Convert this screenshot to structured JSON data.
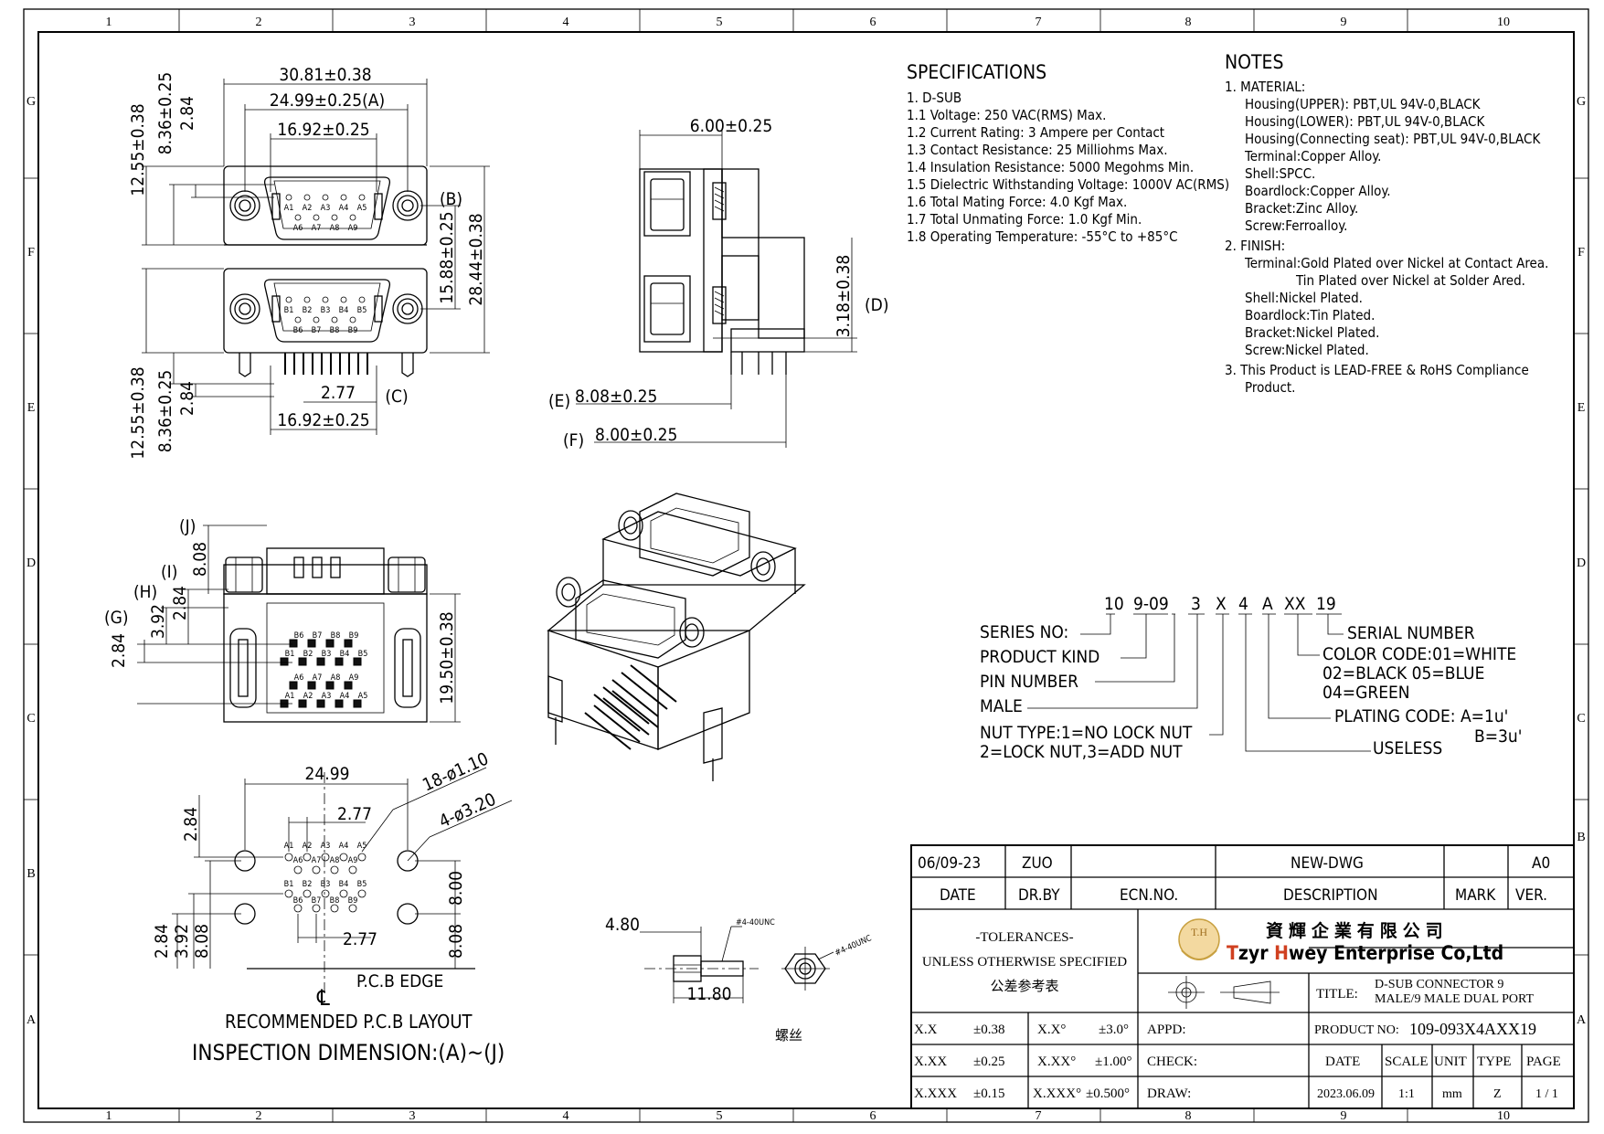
{
  "grid": {
    "cols": [
      "1",
      "2",
      "3",
      "4",
      "5",
      "6",
      "7",
      "8",
      "9",
      "10"
    ],
    "rows": [
      "G",
      "F",
      "E",
      "D",
      "C",
      "B",
      "A"
    ]
  },
  "specs": {
    "title": "SPECIFICATIONS",
    "items": [
      "1.  D-SUB",
      "1.1  Voltage:  250  VAC(RMS)  Max.",
      "1.2  Current  Rating:  3  Ampere  per  Contact",
      "1.3  Contact  Resistance:  25  Milliohms  Max.",
      "1.4  Insulation  Resistance:  5000  Megohms  Min.",
      "1.5  Dielectric  Withstanding  Voltage:  1000V  AC(RMS)",
      "1.6  Total  Mating  Force:  4.0  Kgf  Max.",
      "1.7  Total  Unmating  Force:  1.0  Kgf  Min.",
      "1.8  Operating  Temperature:  -55°C  to  +85°C"
    ]
  },
  "notes": {
    "title": "NOTES",
    "items": [
      "1.  MATERIAL:",
      "Housing(UPPER):  PBT,UL  94V-0,BLACK",
      "Housing(LOWER):  PBT,UL  94V-0,BLACK",
      "Housing(Connecting  seat):  PBT,UL  94V-0,BLACK",
      "Terminal:Copper  Alloy.",
      "Shell:SPCC.",
      "Boardlock:Copper  Alloy.",
      "Bracket:Zinc  Alloy.",
      "Screw:Ferroalloy.",
      "2.  FINISH:",
      "Terminal:Gold  Plated  over  Nickel  at  Contact  Area.",
      "Tin  Plated  over  Nickel  at  Solder  Ared.",
      "Shell:Nickel  Plated.",
      "Boardlock:Tin  Plated.",
      "Bracket:Nickel  Plated.",
      "Screw:Nickel  Plated.",
      "3.  This  Product  is  LEAD-FREE  &  RoHS  Compliance",
      "Product."
    ]
  },
  "front": {
    "d1": "30.81±0.38",
    "d2": "24.99±0.25(A)",
    "d3": "16.92±0.25",
    "d4": "2.77",
    "d4c": "(C)",
    "d5": "16.92±0.25",
    "v1": "12.55±0.38",
    "v2": "8.36±0.25",
    "v3": "2.84",
    "v4": "12.55±0.38",
    "v5": "8.36±0.25",
    "v6": "2.84",
    "b": "(B)",
    "r1": "15.88±0.25",
    "r2": "28.44±0.38",
    "pinsA": [
      "A1",
      "A2",
      "A3",
      "A4",
      "A5",
      "A6",
      "A7",
      "A8",
      "A9"
    ],
    "pinsB": [
      "B1",
      "B2",
      "B3",
      "B4",
      "B5",
      "B6",
      "B7",
      "B8",
      "B9"
    ]
  },
  "side": {
    "d1": "6.00±0.25",
    "d2": "3.18±0.38",
    "d2l": "(D)",
    "e": "(E)",
    "e1": "8.08±0.25",
    "f": "(F)",
    "f1": "8.00±0.25"
  },
  "bottom": {
    "j": "(J)",
    "j1": "8.08",
    "i": "(I)",
    "i1": "2.84",
    "h": "(H)",
    "h1": "3.92",
    "g": "(G)",
    "g1": "2.84",
    "r1": "19.50±0.38"
  },
  "pcb": {
    "d1": "24.99",
    "d2": "2.77",
    "d3": "2.77",
    "holes1": "18-ø1.10",
    "holes2": "4-ø3.20",
    "v1": "2.84",
    "v2": "2.84",
    "v3": "3.92",
    "v4": "8.08",
    "r1": "8.00",
    "r2": "8.08",
    "edge": "P.C.B EDGE",
    "cl": "℄",
    "caption": "RECOMMENDED P.C.B LAYOUT",
    "inspect": "INSPECTION  DIMENSION:(A)~(J)"
  },
  "screw": {
    "w1": "4.80",
    "w2": "11.80",
    "thread1": "#4-40UNC",
    "thread2": "#4-40UNC",
    "label": "螺丝"
  },
  "pn": {
    "code": [
      "10",
      "9-09",
      "3",
      "X",
      "4",
      "A",
      "XX",
      "19"
    ],
    "series": "SERIES  NO:",
    "kind": "PRODUCT  KIND",
    "pin": "PIN  NUMBER",
    "male": "MALE",
    "nut1": "NUT  TYPE:1=NO  LOCK  NUT",
    "nut2": "2=LOCK  NUT,3=ADD  NUT",
    "serial": "SERIAL  NUMBER",
    "color1": "COLOR  CODE:01=WHITE",
    "color2": "02=BLACK  05=BLUE",
    "color3": "04=GREEN",
    "plating1": "PLATING  CODE:  A=1u'",
    "plating2": "B=3u'",
    "useless": "USELESS"
  },
  "title_block": {
    "rev_date": "06/09-23",
    "rev_by": "ZUO",
    "rev_desc": "NEW-DWG",
    "rev_ver": "A0",
    "h_date": "DATE",
    "h_drby": "DR.BY",
    "h_ecn": "ECN.NO.",
    "h_desc": "DESCRIPTION",
    "h_mark": "MARK",
    "h_ver": "VER.",
    "tol1": "-TOLERANCES-",
    "tol2": "UNLESS OTHERWISE SPECIFIED",
    "tol3": "公差参考表",
    "company_cn": "資 輝 企 業 有 限 公 司",
    "company_pre": "T",
    "company_mid1": "zyr ",
    "company_h": "H",
    "company_mid2": "wey Enterprise Co,Ltd",
    "logo": "T.H",
    "title_lbl": "TITLE:",
    "title1": "D-SUB CONNECTOR 9",
    "title2": "MALE/9 MALE DUAL PORT",
    "pn_lbl": "PRODUCT NO:",
    "pn": "109-093X4AXX19",
    "tx": "X.X",
    "tx_v": "±0.38",
    "txa": "X.X°",
    "txa_v": "±3.0°",
    "txx": "X.XX",
    "txx_v": "±0.25",
    "txxa": "X.XX°",
    "txxa_v": "±1.00°",
    "txxx": "X.XXX",
    "txxx_v": "±0.15",
    "txxxa": "X.XXX°",
    "txxxa_v": "±0.500°",
    "appd": "APPD:",
    "check": "CHECK:",
    "draw": "DRAW:",
    "c_date": "DATE",
    "c_scale": "SCALE",
    "c_unit": "UNIT",
    "c_type": "TYPE",
    "c_page": "PAGE",
    "v_date": "2023.06.09",
    "v_scale": "1:1",
    "v_unit": "mm",
    "v_type": "Z",
    "v_page": "1 / 1"
  }
}
